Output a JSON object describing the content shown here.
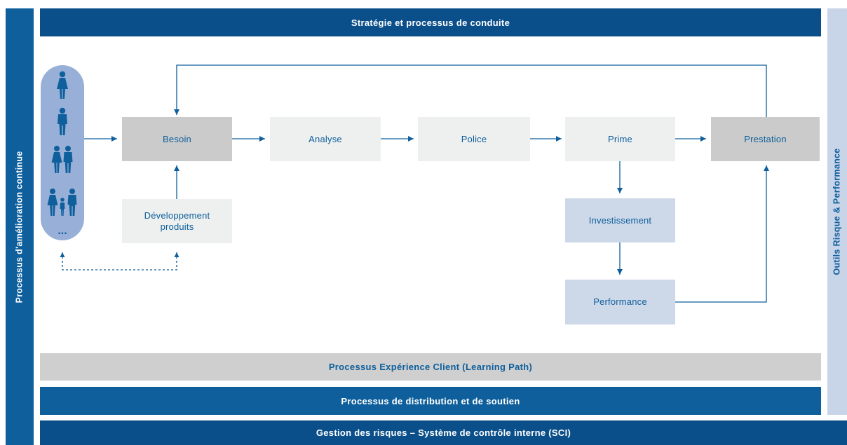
{
  "bands": {
    "top": "Stratégie et processus de conduite",
    "customer_experience": "Processus Expérience Client (Learning Path)",
    "distribution": "Processus de distribution et de soutien",
    "risk": "Gestion des risques – Système de contrôle interne (SCI)"
  },
  "side_bars": {
    "left": "Processus d'amélioration continue",
    "right": "Outils Risque & Performance"
  },
  "nodes": {
    "besoin": "Besoin",
    "analyse": "Analyse",
    "police": "Police",
    "prime": "Prime",
    "prestation": "Prestation",
    "developpement_line1": "Développement",
    "developpement_line2": "produits",
    "investissement": "Investissement",
    "performance": "Performance"
  },
  "people_group": {
    "icons": [
      "woman-icon",
      "man-icon",
      "couple-icon",
      "family-icon"
    ],
    "ellipsis": "..."
  },
  "colors": {
    "primary_blue": "#0e5f9c",
    "dark_blue": "#0a4f8a",
    "light_blue": "#cdd8e9",
    "people_blue": "#98b0d8",
    "grey": "#cbcbcb",
    "light_grey": "#eef0ef"
  }
}
